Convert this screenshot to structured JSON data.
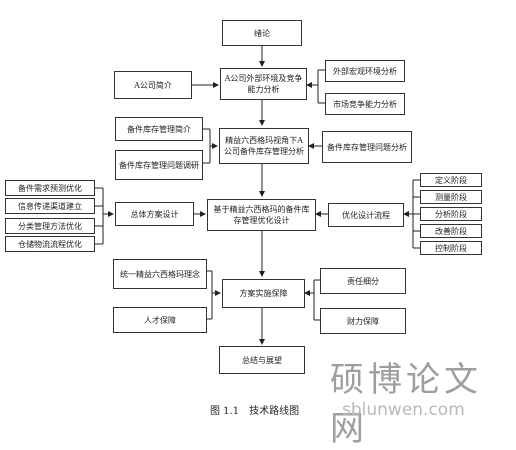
{
  "nodes": {
    "intro": "绪论",
    "company_intro": "A公司简介",
    "env_analysis": "A公司外部环境及竞争能力分析",
    "macro_env": "外部宏观环境分析",
    "market_comp": "市场竞争能力分析",
    "inv_intro": "备件库存管理简介",
    "inv_survey": "备件库存管理问题调研",
    "lss_analysis": "精益六西格玛视角下A公司备件库存管理分析",
    "inv_problem": "备件库存管理问题分析",
    "demand_forecast": "备件需求预测优化",
    "info_channel": "信息传递渠道建立",
    "classification": "分类管理方法优化",
    "warehouse_flow": "仓储物流流程优化",
    "overall_design": "总体方案设计",
    "design_core": "基于精益六西格玛的备件库存管理优化设计",
    "opt_process": "优化设计流程",
    "phase_define": "定义阶段",
    "phase_measure": "测量阶段",
    "phase_analyze": "分析阶段",
    "phase_improve": "改善阶段",
    "phase_control": "控制阶段",
    "unified_concept": "统一精益六西格玛理念",
    "talent": "人才保障",
    "implementation": "方案实施保障",
    "responsibility": "责任细分",
    "finance": "财力保障",
    "conclusion": "总结与展望"
  },
  "caption": "图 1.1　技术路线图",
  "watermark": {
    "chinese": "硕博论文网",
    "url": "sblunwen.com"
  }
}
